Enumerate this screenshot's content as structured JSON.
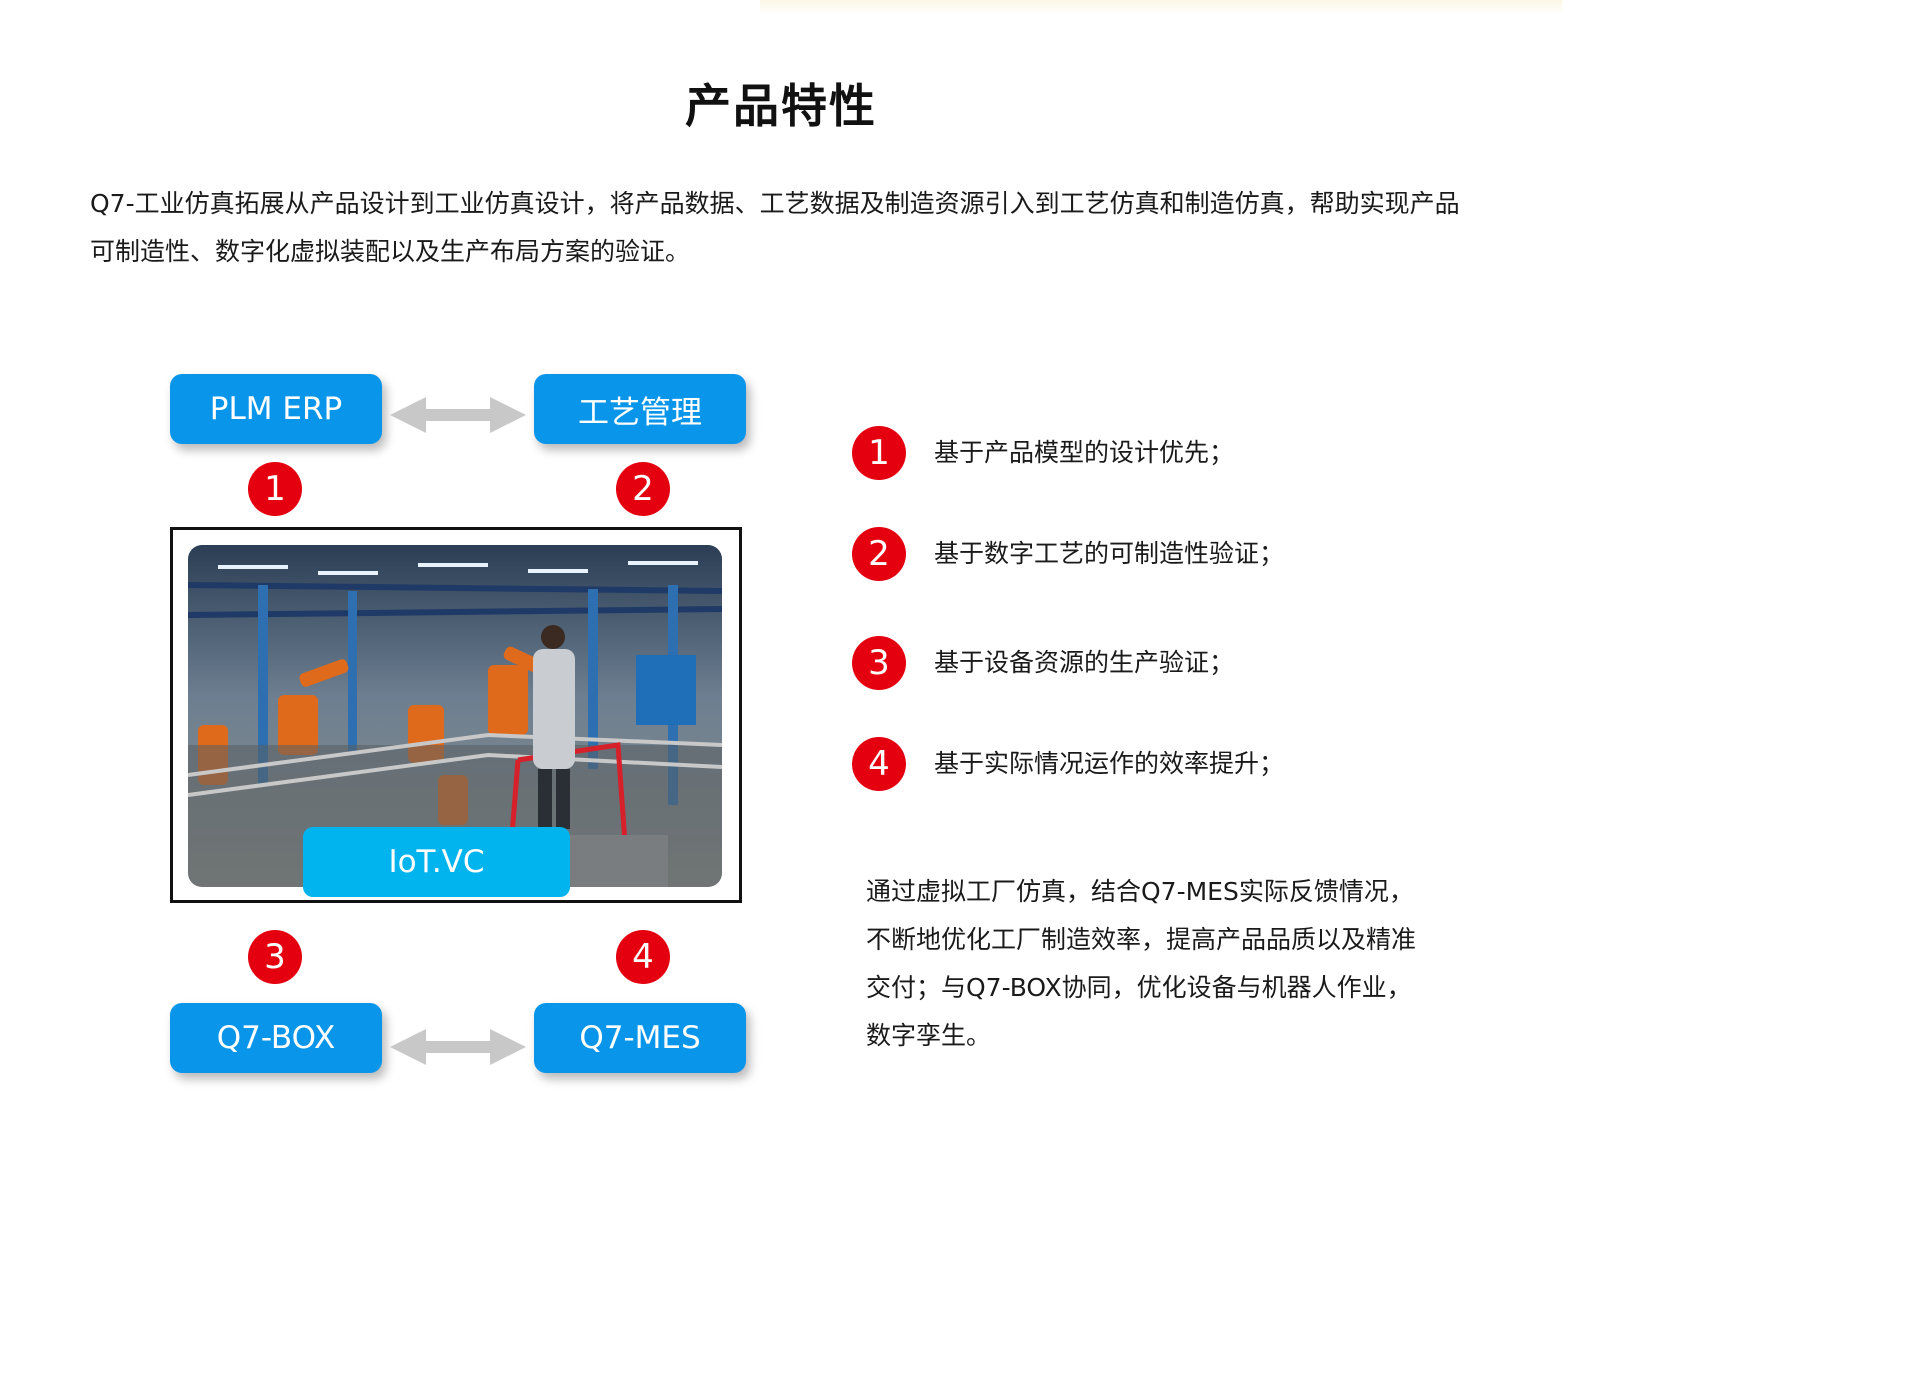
{
  "header": {
    "title": "产品特性",
    "intro": "Q7-工业仿真拓展从产品设计到工业仿真设计，将产品数据、工艺数据及制造资源引入到工艺仿真和制造仿真，帮助实现产品可制造性、数字化虚拟装配以及生产布局方案的验证。"
  },
  "diagram": {
    "nodes": {
      "plm_erp": "PLM ERP",
      "craft": "工艺管理",
      "box": "Q7-BOX",
      "mes": "Q7-MES",
      "iot": "IoT.VC"
    },
    "numbers": [
      "1",
      "2",
      "3",
      "4"
    ],
    "photo_icon": "factory-robot-photo"
  },
  "features": [
    {
      "num": "1",
      "text": "基于产品模型的设计优先；"
    },
    {
      "num": "2",
      "text": "基于数字工艺的可制造性验证；"
    },
    {
      "num": "3",
      "text": "基于设备资源的生产验证；"
    },
    {
      "num": "4",
      "text": "基于实际情况运作的效率提升；"
    }
  ],
  "summary": "通过虚拟工厂仿真，结合Q7-MES实际反馈情况，不断地优化工厂制造效率，提高产品品质以及精准交付；与Q7-BOX协同，优化设备与机器人作业，数字孪生。",
  "colors": {
    "node_blue": "#0996ea",
    "iot_blue": "#02b4ee",
    "badge_red": "#e4000f",
    "arrow_gray": "#c8c8c8"
  }
}
